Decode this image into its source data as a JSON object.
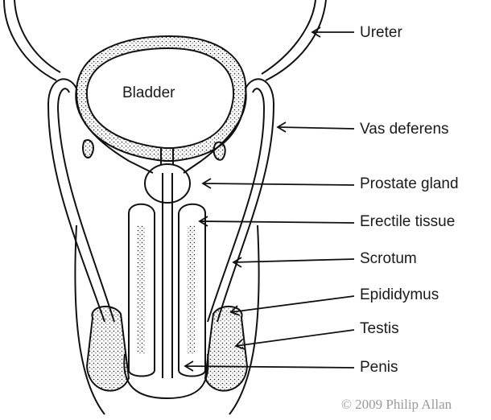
{
  "diagram": {
    "inner_label": "Bladder",
    "labels": {
      "ureter": "Ureter",
      "vas_deferens": "Vas deferens",
      "prostate": "Prostate gland",
      "erectile": "Erectile tissue",
      "scrotum": "Scrotum",
      "epididymus": "Epididymus",
      "testis": "Testis",
      "penis": "Penis"
    },
    "copyright": "© 2009 Philip Allan"
  }
}
